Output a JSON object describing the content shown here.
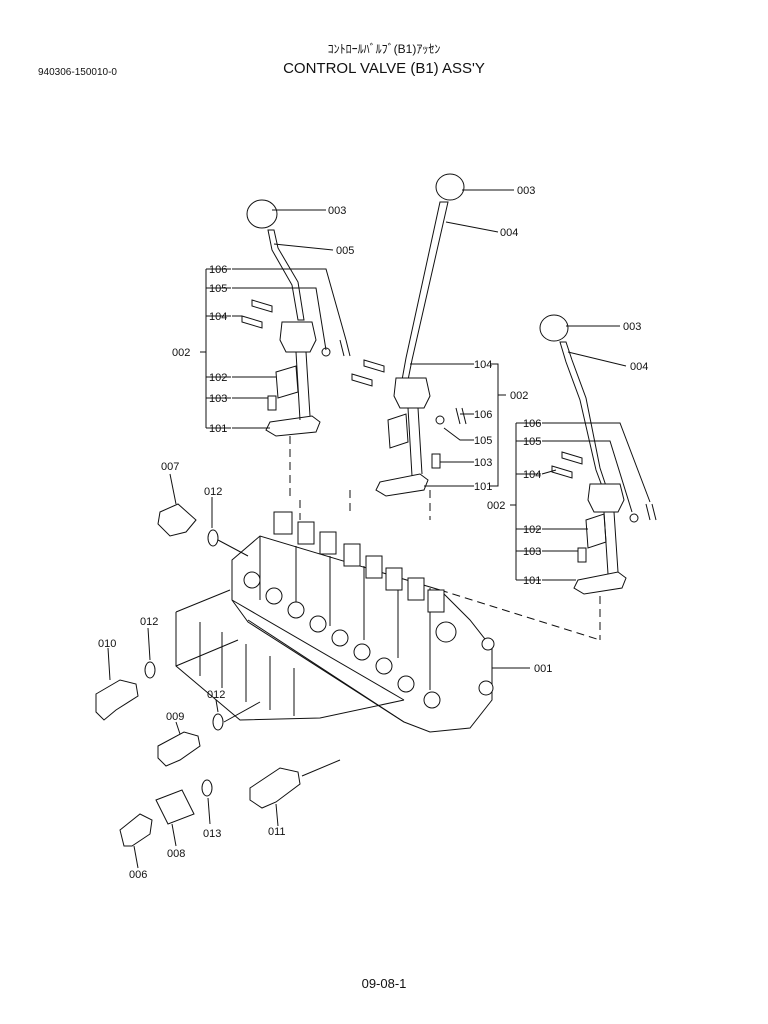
{
  "header": {
    "title_jp": "ｺﾝﾄﾛｰﾙﾊﾞﾙﾌﾞ(B1)ｱｯｾﾝ",
    "title_en": "CONTROL VALVE (B1) ASS'Y",
    "doc_number": "940306-150010-0"
  },
  "footer": {
    "page_number": "09-08-1"
  },
  "labels": {
    "l003a": "003",
    "l005": "005",
    "l106a": "106",
    "l105a": "105",
    "l104a": "104",
    "l002a": "002",
    "l102a": "102",
    "l103a": "103",
    "l101a": "101",
    "l003b": "003",
    "l004b": "004",
    "l104b": "104",
    "l002b": "002",
    "l106b": "106",
    "l105b": "105",
    "l103b": "103",
    "l101b": "101",
    "l003c": "003",
    "l004c": "004",
    "l106c": "106",
    "l105c": "105",
    "l104c": "104",
    "l002c": "002",
    "l102c": "102",
    "l103c": "103",
    "l101c": "101",
    "l007": "007",
    "l012a": "012",
    "l012b": "012",
    "l010": "010",
    "l012c": "012",
    "l009": "009",
    "l001": "001",
    "l011": "011",
    "l013": "013",
    "l008": "008",
    "l006": "006"
  }
}
